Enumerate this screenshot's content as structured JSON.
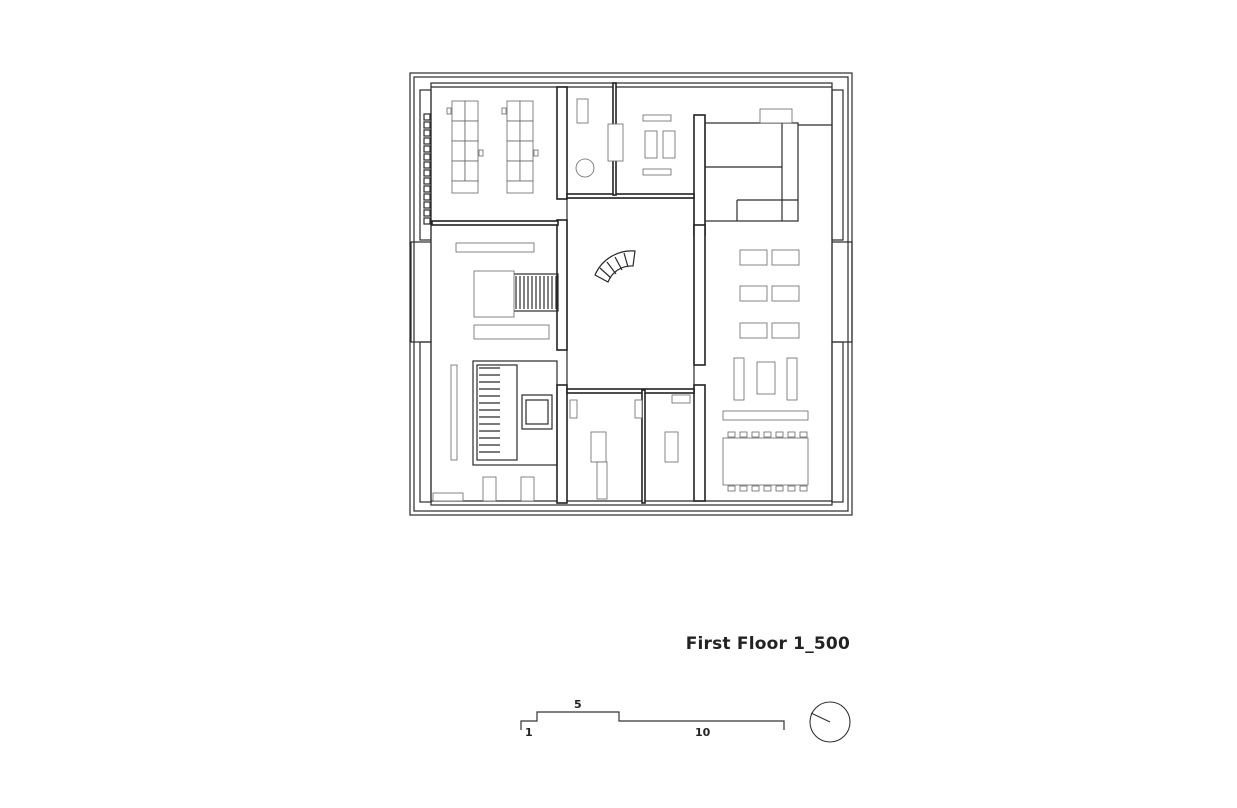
{
  "drawing": {
    "title": "First Floor 1_500",
    "scale_bar": {
      "labels": [
        "1",
        "5",
        "10"
      ],
      "unit_marks": [
        1,
        5,
        10
      ]
    },
    "north_arrow": "north-arrow-icon",
    "line_color": "#2a2a2a",
    "furniture_color": "#666666"
  }
}
